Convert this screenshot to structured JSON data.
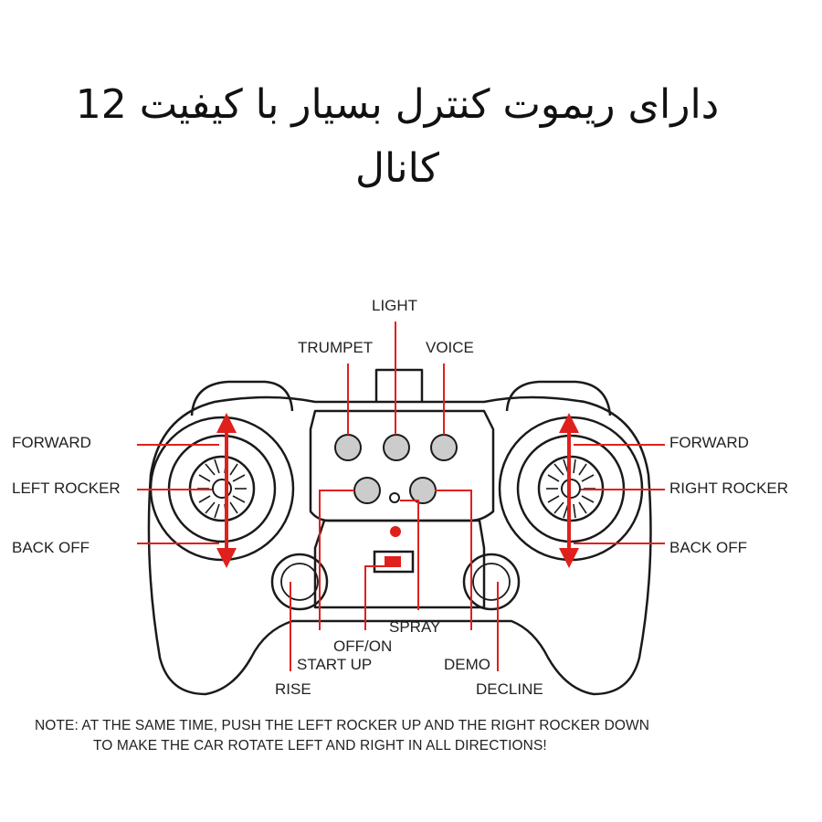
{
  "title": "دارای ریموت کنترل بسیار با کیفیت 12 کانال",
  "labels": {
    "light": "LIGHT",
    "trumpet": "TRUMPET",
    "voice": "VOICE",
    "forward_left": "FORWARD",
    "left_rocker": "LEFT ROCKER",
    "back_off_left": "BACK OFF",
    "forward_right": "FORWARD",
    "right_rocker": "RIGHT ROCKER",
    "back_off_right": "BACK OFF",
    "spray": "SPRAY",
    "off_on": "OFF/ON",
    "start_up": "START UP",
    "demo": "DEMO",
    "rise": "RISE",
    "decline": "DECLINE"
  },
  "note": {
    "line1": "NOTE: AT THE SAME TIME, PUSH THE LEFT ROCKER UP AND THE RIGHT ROCKER DOWN",
    "line2": "TO MAKE THE CAR ROTATE LEFT AND RIGHT IN ALL DIRECTIONS!"
  },
  "colors": {
    "callout": "#e0201c",
    "outline": "#1a1a1a",
    "button": "#cccccc"
  }
}
